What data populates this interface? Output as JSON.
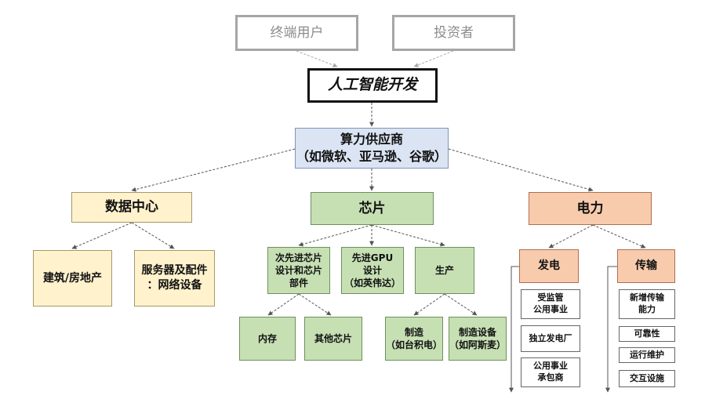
{
  "nodes": {
    "end_user": "终端用户",
    "investor": "投资者",
    "ai_dev": "人工智能开发",
    "compute_line1": "算力供应商",
    "compute_line2": "（如微软、亚马逊、谷歌）",
    "datacenter": "数据中心",
    "chip": "芯片",
    "power": "电力",
    "construction": "建筑/房地产",
    "server_line1": "服务器及配件",
    "server_line2": "：网络设备",
    "subadv_line1": "次先进芯片",
    "subadv_line2": "设计和芯片",
    "subadv_line3": "部件",
    "gpu_line1": "先进GPU",
    "gpu_line2": "设计",
    "gpu_line3": "（如英伟达）",
    "production": "生产",
    "memory": "内存",
    "other_chips": "其他芯片",
    "mfg_line1": "制造",
    "mfg_line2": "（如台积电）",
    "equip_line1": "制造设备",
    "equip_line2": "（如阿斯麦）",
    "generation": "发电",
    "transmission": "传输",
    "regulated_line1": "受监管",
    "regulated_line2": "公用事业",
    "ipp": "独立发电厂",
    "contractor_line1": "公用事业",
    "contractor_line2": "承包商",
    "new_trans_line1": "新增传输",
    "new_trans_line2": "能力",
    "reliability": "可靠性",
    "operations": "运行维护",
    "interconnect": "交互设施"
  }
}
